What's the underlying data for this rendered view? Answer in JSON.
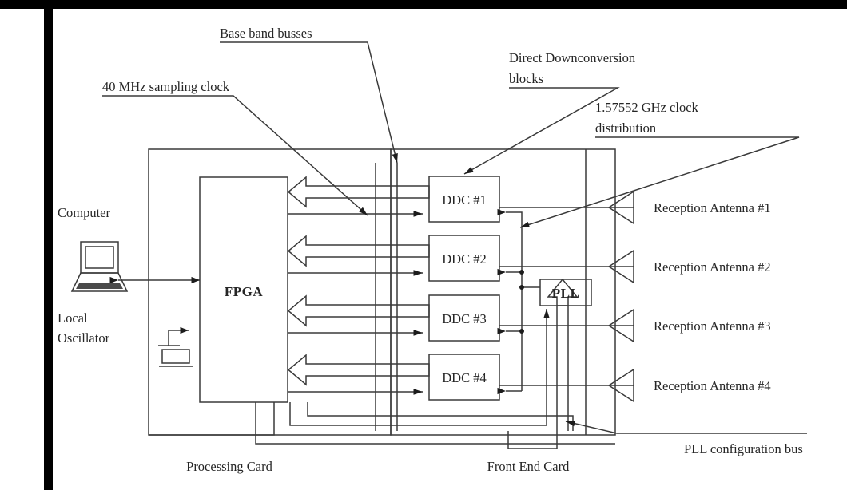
{
  "figure": {
    "type": "block-diagram",
    "description": "GNSS receiver hardware architecture block diagram",
    "stroke_color": "#3a3a3a",
    "text_color": "#262626",
    "background": "#ffffff",
    "border_color": "#000000"
  },
  "annotations": {
    "base_band_busses": "Base band busses",
    "sampling_clock": "40 MHz sampling clock",
    "downconversion": [
      "Direct Downconversion",
      "blocks"
    ],
    "clock_distribution": [
      "1.57552 GHz clock",
      "distribution"
    ],
    "pll_config_bus": "PLL configuration bus"
  },
  "blocks": {
    "fpga": "FPGA",
    "pll": "PLL",
    "ddc": [
      "DDC #1",
      "DDC #2",
      "DDC #3",
      "DDC #4"
    ]
  },
  "cards": {
    "processing": "Processing Card",
    "front_end": "Front End Card"
  },
  "peripherals": {
    "computer": "Computer",
    "local_oscillator": [
      "Local",
      "Oscillator"
    ]
  },
  "antennas": [
    "Reception Antenna #1",
    "Reception Antenna #2",
    "Reception Antenna #3",
    "Reception Antenna #4"
  ]
}
